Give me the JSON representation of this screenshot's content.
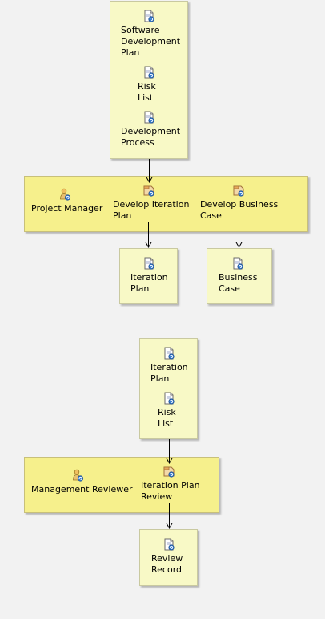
{
  "colors": {
    "background": "#f2f2f2",
    "artifact_box": "#f8f9c6",
    "role_band": "#f6f08c"
  },
  "diagram1": {
    "inputs": [
      {
        "label": "Software\nDevelopment\nPlan",
        "icon": "artifact-icon"
      },
      {
        "label": "Risk\nList",
        "icon": "artifact-icon"
      },
      {
        "label": "Development\nProcess",
        "icon": "artifact-icon"
      }
    ],
    "role": {
      "label": "Project Manager",
      "icon": "role-icon"
    },
    "tasks": [
      {
        "label": "Develop Iteration\nPlan",
        "icon": "task-icon"
      },
      {
        "label": "Develop Business\nCase",
        "icon": "task-icon"
      }
    ],
    "outputs": [
      {
        "label": "Iteration\nPlan",
        "icon": "artifact-icon"
      },
      {
        "label": "Business\nCase",
        "icon": "artifact-icon"
      }
    ]
  },
  "diagram2": {
    "inputs": [
      {
        "label": "Iteration\nPlan",
        "icon": "artifact-icon"
      },
      {
        "label": "Risk\nList",
        "icon": "artifact-icon"
      }
    ],
    "role": {
      "label": "Management Reviewer",
      "icon": "role-icon"
    },
    "tasks": [
      {
        "label": "Iteration Plan\nReview",
        "icon": "task-icon"
      }
    ],
    "outputs": [
      {
        "label": "Review\nRecord",
        "icon": "artifact-icon"
      }
    ]
  }
}
